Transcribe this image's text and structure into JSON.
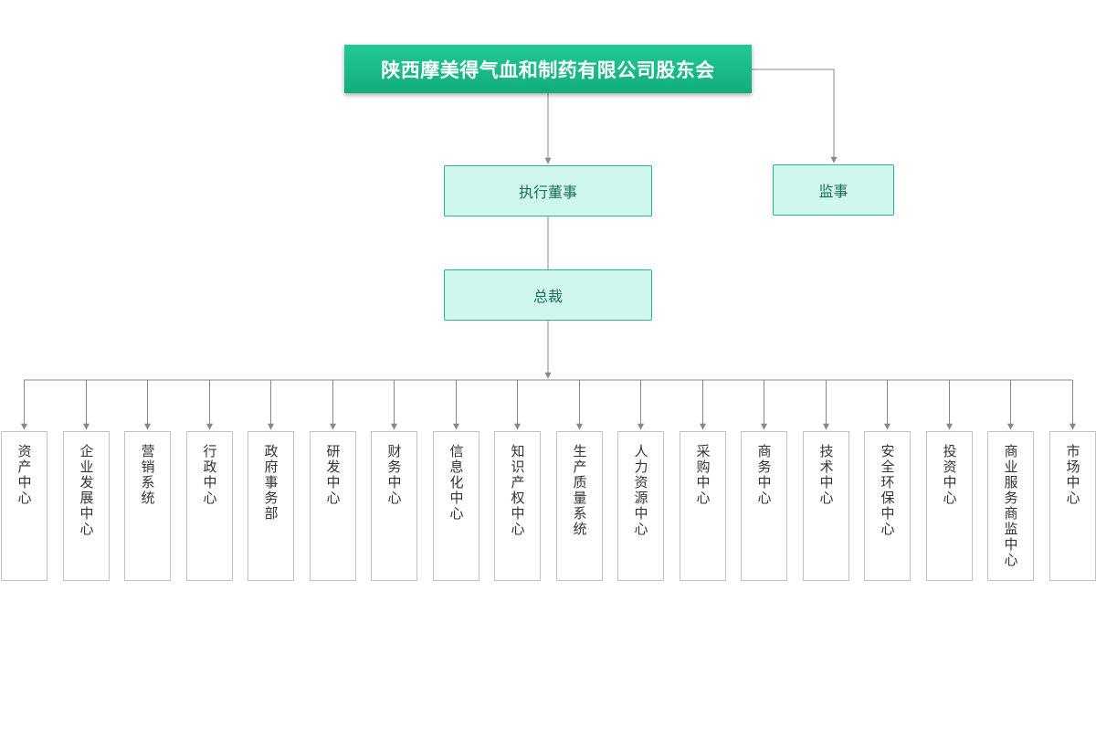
{
  "diagram": {
    "top": {
      "label": "陕西摩美得气血和制药有限公司股东会"
    },
    "executive": {
      "label": "执行董事"
    },
    "supervisor": {
      "label": "监事"
    },
    "president": {
      "label": "总裁"
    },
    "departments": [
      {
        "label": "资产中心"
      },
      {
        "label": "企业发展中心"
      },
      {
        "label": "营销系统"
      },
      {
        "label": "行政中心"
      },
      {
        "label": "政府事务部"
      },
      {
        "label": "研发中心"
      },
      {
        "label": "财务中心"
      },
      {
        "label": "信息化中心"
      },
      {
        "label": "知识产权中心"
      },
      {
        "label": "生产质量系统"
      },
      {
        "label": "人力资源中心"
      },
      {
        "label": "采购中心"
      },
      {
        "label": "商务中心"
      },
      {
        "label": "技术中心"
      },
      {
        "label": "安全环保中心"
      },
      {
        "label": "投资中心"
      },
      {
        "label": "商业服务商监中心"
      },
      {
        "label": "市场中心"
      }
    ]
  },
  "colors": {
    "top_fill": "#15b482",
    "box_fill": "#cff7ee",
    "box_border": "#26b48a",
    "line": "#888888"
  }
}
